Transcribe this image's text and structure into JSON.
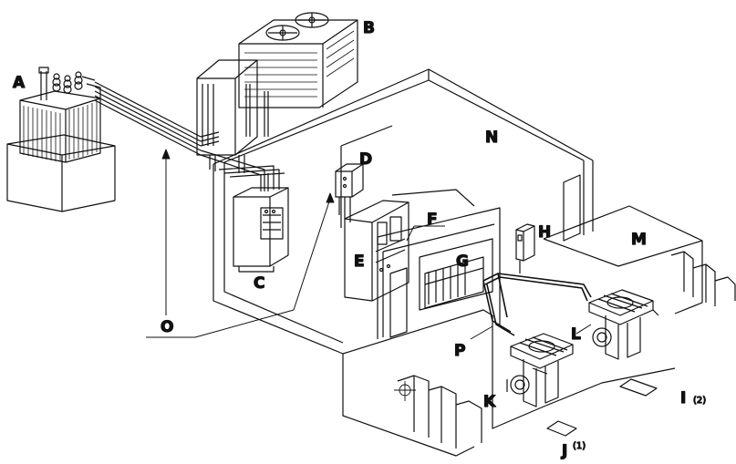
{
  "labels": {
    "A": "A",
    "B": "B",
    "C": "C",
    "D": "D",
    "E": "E",
    "F": "F",
    "G": "G",
    "H": "H",
    "I": "I",
    "I_sub": "(2)",
    "J": "J",
    "J_sub": "(1)",
    "K": "K",
    "L": "L",
    "M": "M",
    "N": "N",
    "O": "O",
    "P": "P"
  },
  "colors": {
    "line": "#111111",
    "background": "#ffffff"
  }
}
